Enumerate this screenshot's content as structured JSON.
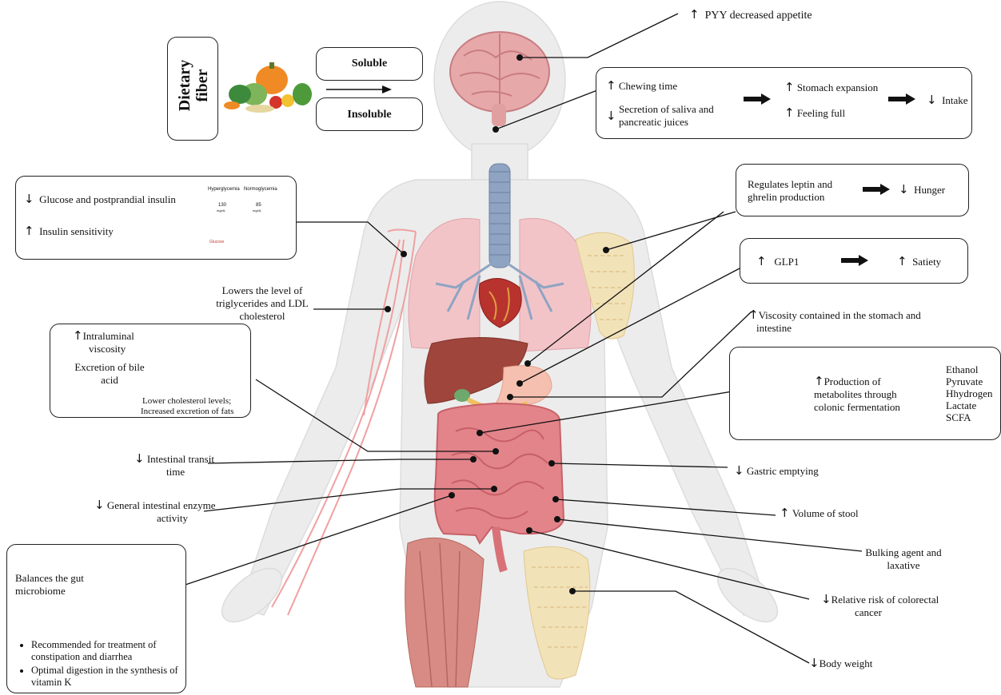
{
  "fiber": {
    "title_line1": "Dietary",
    "title_line2": "fiber",
    "soluble": "Soluble",
    "insoluble": "Insoluble"
  },
  "brain": {
    "up": "↑",
    "text": "PYY decreased appetite"
  },
  "chewing": {
    "up": "↑",
    "chewing": "Chewing time",
    "down": "↓",
    "saliva_l1": "Secretion of saliva and",
    "saliva_l2": "pancreatic juices",
    "up2": "↑",
    "stomach": "Stomach expansion",
    "up3": "↑",
    "full": "Feeling full",
    "down2": "↓",
    "intake": "Intake"
  },
  "glucose": {
    "down": "↓",
    "l1": "Glucose and postprandial insulin",
    "up": "↑",
    "l2": "Insulin sensitivity",
    "meter1": "Hyperglycemia",
    "meter2": "Normoglycemia",
    "m1_value": "130",
    "m2_value": "85",
    "unit": "mg/dL",
    "blood": "Glucose"
  },
  "leptin": {
    "l1": "Regulates leptin and",
    "l2": "ghrelin production",
    "down": "↓",
    "hunger": "Hunger"
  },
  "glp": {
    "up": "↑",
    "glp": "GLP1",
    "up2": "↑",
    "satiety": "Satiety"
  },
  "trig": {
    "l1": "Lowers the level of",
    "l2": "triglycerides and LDL",
    "l3": "cholesterol"
  },
  "viscosity": {
    "up": "↑",
    "l1": "Viscosity contained in the stomach and",
    "l2": "intestine"
  },
  "bile": {
    "up": "↑",
    "l1": "Intraluminal",
    "l2": "viscosity",
    "l3": "Excretion of bile",
    "l4": "acid",
    "l5": "Lower cholesterol levels;",
    "l6": "Increased excretion of fats"
  },
  "metabolites": {
    "up": "↑",
    "l1": "Production of",
    "l2": "metabolites through",
    "l3": "colonic fermentation",
    "list": [
      "Ethanol",
      "Pyruvate",
      "Hhydrogen",
      "Lactate",
      "SCFA"
    ]
  },
  "transit": {
    "down": "↓",
    "l1": "Intestinal transit",
    "l2": "time"
  },
  "gastric": {
    "down": "↓",
    "text": "Gastric emptying"
  },
  "enzyme": {
    "down": "↓",
    "l1": "General intestinal enzyme",
    "l2": "activity"
  },
  "stool": {
    "up": "↑",
    "text": "Volume of stool"
  },
  "bulking": {
    "l1": "Bulking agent and",
    "l2": "laxative"
  },
  "colorectal": {
    "down": "↓",
    "l1": "Relative risk of colorectal",
    "l2": "cancer"
  },
  "weight": {
    "down": "↓",
    "text": "Body weight"
  },
  "microbiome": {
    "l1": "Balances the gut",
    "l2": "microbiome",
    "bullets": [
      "Recommended for treatment of constipation and diarrhea",
      "Optimal digestion in the synthesis of vitamin K"
    ]
  },
  "colors": {
    "body": "#ececec",
    "lung": "#f2c4c8",
    "liver": "#a0453c",
    "intestine": "#e3848a",
    "fat": "#f2e2b8",
    "artery": "#f0a0a0"
  }
}
